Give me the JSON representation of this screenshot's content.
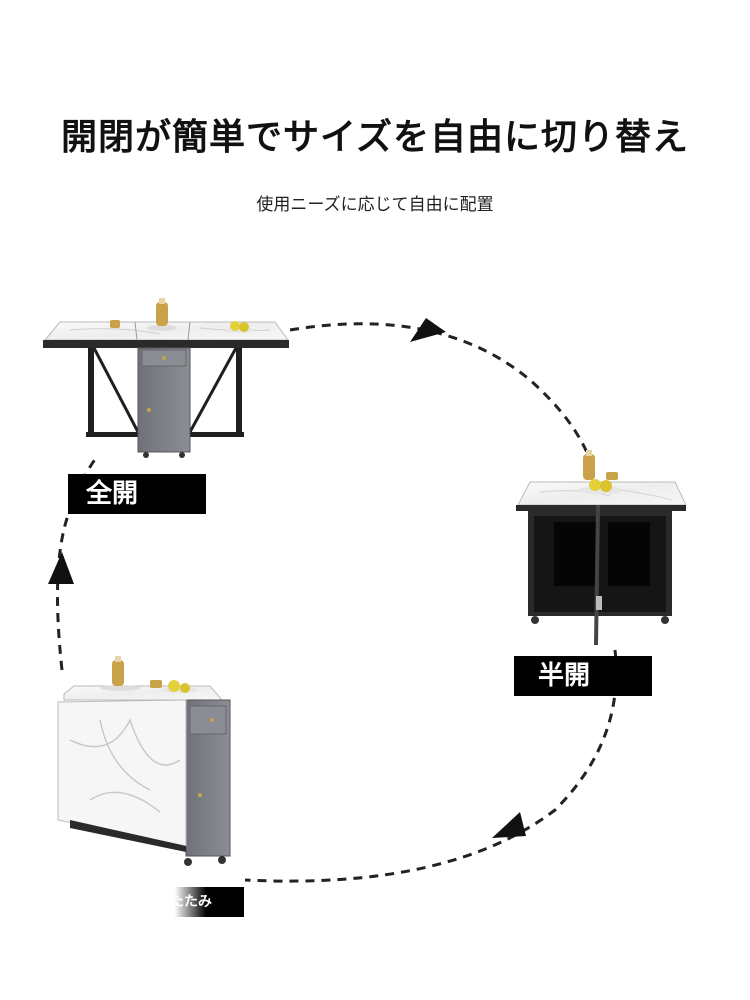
{
  "header": {
    "headline": "開閉が簡単でサイズを自由に切り替え",
    "subtitle": "使用ニーズに応じて自由に配置"
  },
  "states": {
    "full_open": {
      "label": "全開"
    },
    "half_open": {
      "label": "半開"
    },
    "fully_folded": {
      "label": "全折りたたみ"
    }
  },
  "colors": {
    "label_bg": "#000000",
    "label_text": "#ffffff",
    "frame": "#1f1f1f",
    "cabinet": "#7a7e84",
    "marble": "#f3f3f3",
    "accent_gold": "#c9a24a"
  }
}
